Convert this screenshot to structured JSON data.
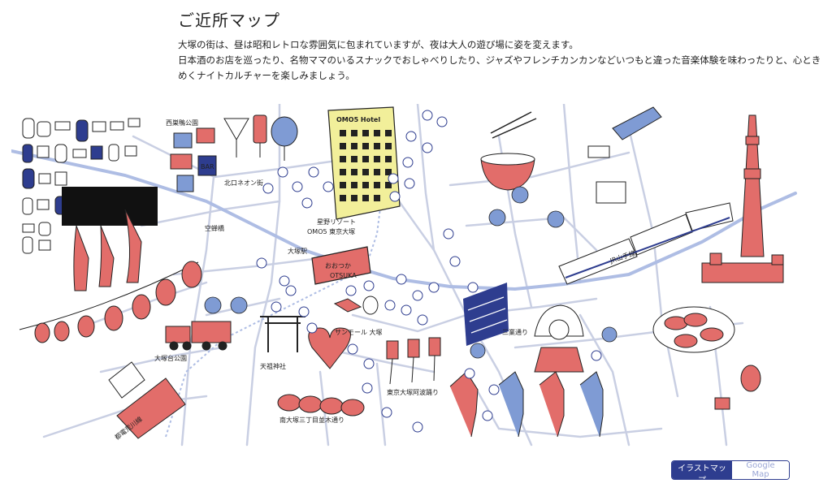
{
  "header": {
    "title": "ご近所マップ",
    "description": [
      "大塚の街は、昼は昭和レトロな雰囲気に包まれていますが、夜は大人の遊び場に姿を変えます。",
      "日本酒のお店を巡ったり、名物ママのいるスナックでおしゃべりしたり、ジャズやフレンチカンカンなどいつもと違った音楽体験を味わったりと、心とき",
      "めくナイトカルチャーを楽しみましょう。"
    ]
  },
  "map": {
    "labels": {
      "park_nishi": "西巣鴨公園",
      "neon": "北口ネオン街",
      "hotel_sign": "OMO5 Hotel",
      "hotel_name_1": "星野リゾート",
      "hotel_name_2": "OMO5 東京大塚",
      "kuukai": "空蝉橋",
      "station": "大塚駅",
      "sign_big": "おおつか",
      "sign_small": "OTSUKA",
      "yamanote": "JR山手線",
      "sanmall": "サンモール 大塚",
      "park_otsukadai": "大塚台公園",
      "tenso": "天祖神社",
      "awa": "東京大塚阿波踊り",
      "minami": "南大塚三丁目並木通り",
      "sanmai": "三業通り",
      "toden": "都電荒川線",
      "bar": "BAR"
    },
    "colors": {
      "red": "#e26d6a",
      "blue": "#7f9bd4",
      "navy": "#2e3d8f",
      "yellow": "#f2ef9a",
      "road": "#c9cfe3",
      "line": "#aebde4"
    }
  },
  "toggle": {
    "illust_label": "イラストマップ",
    "google_label": "Google Map",
    "active": "illust"
  }
}
